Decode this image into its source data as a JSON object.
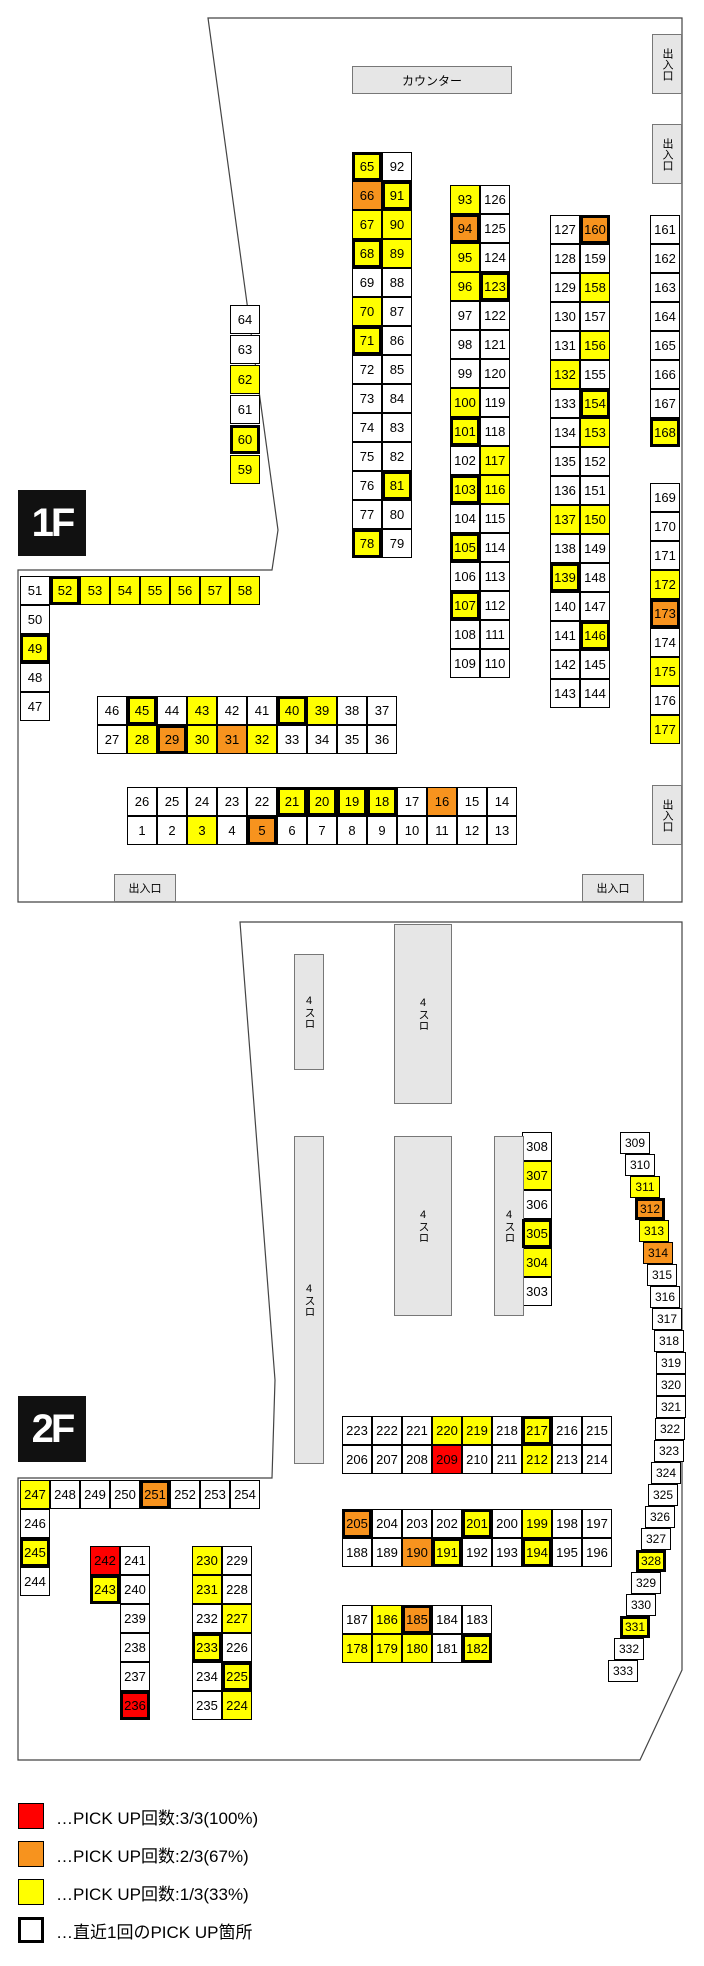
{
  "colors": {
    "one": "#ffff00",
    "two": "#f7931e",
    "three": "#ff0000",
    "none": "#ffffff",
    "pillar": "#e6e6e6"
  },
  "floors": {
    "f1": "1F",
    "f2": "2F"
  },
  "labels": {
    "counter": "カウンター",
    "entrance": "出入口",
    "slo4": "4スロ"
  },
  "legend": [
    {
      "color": "three",
      "text": "…PICK UP回数:3/3(100%)"
    },
    {
      "color": "two",
      "text": "…PICK UP回数:2/3(67%)"
    },
    {
      "color": "one",
      "text": "…PICK UP回数:1/3(33%)"
    },
    {
      "color": "none",
      "text": "…直近1回のPICK UP箇所",
      "recent": true
    }
  ],
  "machines": [
    {
      "n": "1",
      "c": 0
    },
    {
      "n": "2",
      "c": 0
    },
    {
      "n": "3",
      "c": 1
    },
    {
      "n": "4",
      "c": 0
    },
    {
      "n": "5",
      "c": 2,
      "r": true
    },
    {
      "n": "6",
      "c": 0
    },
    {
      "n": "7",
      "c": 0
    },
    {
      "n": "8",
      "c": 0
    },
    {
      "n": "9",
      "c": 0
    },
    {
      "n": "10",
      "c": 0
    },
    {
      "n": "11",
      "c": 0
    },
    {
      "n": "12",
      "c": 0
    },
    {
      "n": "13",
      "c": 0
    },
    {
      "n": "14",
      "c": 0
    },
    {
      "n": "15",
      "c": 0
    },
    {
      "n": "16",
      "c": 2
    },
    {
      "n": "17",
      "c": 0
    },
    {
      "n": "18",
      "c": 1,
      "r": true
    },
    {
      "n": "19",
      "c": 1,
      "r": true
    },
    {
      "n": "20",
      "c": 1,
      "r": true
    },
    {
      "n": "21",
      "c": 1,
      "r": true
    },
    {
      "n": "22",
      "c": 0
    },
    {
      "n": "23",
      "c": 0
    },
    {
      "n": "24",
      "c": 0
    },
    {
      "n": "25",
      "c": 0
    },
    {
      "n": "26",
      "c": 0
    },
    {
      "n": "27",
      "c": 0
    },
    {
      "n": "28",
      "c": 1
    },
    {
      "n": "29",
      "c": 2,
      "r": true
    },
    {
      "n": "30",
      "c": 1
    },
    {
      "n": "31",
      "c": 2
    },
    {
      "n": "32",
      "c": 1
    },
    {
      "n": "33",
      "c": 0
    },
    {
      "n": "34",
      "c": 0
    },
    {
      "n": "35",
      "c": 0
    },
    {
      "n": "36",
      "c": 0
    },
    {
      "n": "37",
      "c": 0
    },
    {
      "n": "38",
      "c": 0
    },
    {
      "n": "39",
      "c": 1
    },
    {
      "n": "40",
      "c": 1,
      "r": true
    },
    {
      "n": "41",
      "c": 0
    },
    {
      "n": "42",
      "c": 0
    },
    {
      "n": "43",
      "c": 1
    },
    {
      "n": "44",
      "c": 0
    },
    {
      "n": "45",
      "c": 1,
      "r": true
    },
    {
      "n": "46",
      "c": 0
    },
    {
      "n": "47",
      "c": 0
    },
    {
      "n": "48",
      "c": 0
    },
    {
      "n": "49",
      "c": 1,
      "r": true
    },
    {
      "n": "50",
      "c": 0
    },
    {
      "n": "51",
      "c": 0
    },
    {
      "n": "52",
      "c": 1,
      "r": true
    },
    {
      "n": "53",
      "c": 1
    },
    {
      "n": "54",
      "c": 1
    },
    {
      "n": "55",
      "c": 1
    },
    {
      "n": "56",
      "c": 1
    },
    {
      "n": "57",
      "c": 1
    },
    {
      "n": "58",
      "c": 1
    },
    {
      "n": "59",
      "c": 1
    },
    {
      "n": "60",
      "c": 1,
      "r": true
    },
    {
      "n": "61",
      "c": 0
    },
    {
      "n": "62",
      "c": 1
    },
    {
      "n": "63",
      "c": 0
    },
    {
      "n": "64",
      "c": 0
    },
    {
      "n": "65",
      "c": 1,
      "r": true
    },
    {
      "n": "66",
      "c": 2
    },
    {
      "n": "67",
      "c": 1
    },
    {
      "n": "68",
      "c": 1,
      "r": true
    },
    {
      "n": "69",
      "c": 0
    },
    {
      "n": "70",
      "c": 1
    },
    {
      "n": "71",
      "c": 1,
      "r": true
    },
    {
      "n": "72",
      "c": 0
    },
    {
      "n": "73",
      "c": 0
    },
    {
      "n": "74",
      "c": 0
    },
    {
      "n": "75",
      "c": 0
    },
    {
      "n": "76",
      "c": 0
    },
    {
      "n": "77",
      "c": 0
    },
    {
      "n": "78",
      "c": 1,
      "r": true
    },
    {
      "n": "79",
      "c": 0
    },
    {
      "n": "80",
      "c": 0
    },
    {
      "n": "81",
      "c": 1,
      "r": true
    },
    {
      "n": "82",
      "c": 0
    },
    {
      "n": "83",
      "c": 0
    },
    {
      "n": "84",
      "c": 0
    },
    {
      "n": "85",
      "c": 0
    },
    {
      "n": "86",
      "c": 0
    },
    {
      "n": "87",
      "c": 0
    },
    {
      "n": "88",
      "c": 0
    },
    {
      "n": "89",
      "c": 1
    },
    {
      "n": "90",
      "c": 1
    },
    {
      "n": "91",
      "c": 1,
      "r": true
    },
    {
      "n": "92",
      "c": 0
    },
    {
      "n": "93",
      "c": 1
    },
    {
      "n": "94",
      "c": 2,
      "r": true
    },
    {
      "n": "95",
      "c": 1
    },
    {
      "n": "96",
      "c": 1
    },
    {
      "n": "97",
      "c": 0
    },
    {
      "n": "98",
      "c": 0
    },
    {
      "n": "99",
      "c": 0
    },
    {
      "n": "100",
      "c": 1
    },
    {
      "n": "101",
      "c": 1,
      "r": true
    },
    {
      "n": "102",
      "c": 0
    },
    {
      "n": "103",
      "c": 1,
      "r": true
    },
    {
      "n": "104",
      "c": 0
    },
    {
      "n": "105",
      "c": 1,
      "r": true
    },
    {
      "n": "106",
      "c": 0
    },
    {
      "n": "107",
      "c": 1,
      "r": true
    },
    {
      "n": "108",
      "c": 0
    },
    {
      "n": "109",
      "c": 0
    },
    {
      "n": "110",
      "c": 0
    },
    {
      "n": "111",
      "c": 0
    },
    {
      "n": "112",
      "c": 0
    },
    {
      "n": "113",
      "c": 0
    },
    {
      "n": "114",
      "c": 0
    },
    {
      "n": "115",
      "c": 0
    },
    {
      "n": "116",
      "c": 1
    },
    {
      "n": "117",
      "c": 1
    },
    {
      "n": "118",
      "c": 0
    },
    {
      "n": "119",
      "c": 0
    },
    {
      "n": "120",
      "c": 0
    },
    {
      "n": "121",
      "c": 0
    },
    {
      "n": "122",
      "c": 0
    },
    {
      "n": "123",
      "c": 1,
      "r": true
    },
    {
      "n": "124",
      "c": 0
    },
    {
      "n": "125",
      "c": 0
    },
    {
      "n": "126",
      "c": 0
    },
    {
      "n": "127",
      "c": 0
    },
    {
      "n": "128",
      "c": 0
    },
    {
      "n": "129",
      "c": 0
    },
    {
      "n": "130",
      "c": 0
    },
    {
      "n": "131",
      "c": 0
    },
    {
      "n": "132",
      "c": 1
    },
    {
      "n": "133",
      "c": 0
    },
    {
      "n": "134",
      "c": 0
    },
    {
      "n": "135",
      "c": 0
    },
    {
      "n": "136",
      "c": 0
    },
    {
      "n": "137",
      "c": 1
    },
    {
      "n": "138",
      "c": 0
    },
    {
      "n": "139",
      "c": 1,
      "r": true
    },
    {
      "n": "140",
      "c": 0
    },
    {
      "n": "141",
      "c": 0
    },
    {
      "n": "142",
      "c": 0
    },
    {
      "n": "143",
      "c": 0
    },
    {
      "n": "144",
      "c": 0
    },
    {
      "n": "145",
      "c": 0
    },
    {
      "n": "146",
      "c": 1,
      "r": true
    },
    {
      "n": "147",
      "c": 0
    },
    {
      "n": "148",
      "c": 0
    },
    {
      "n": "149",
      "c": 0
    },
    {
      "n": "150",
      "c": 1
    },
    {
      "n": "151",
      "c": 0
    },
    {
      "n": "152",
      "c": 0
    },
    {
      "n": "153",
      "c": 1
    },
    {
      "n": "154",
      "c": 1,
      "r": true
    },
    {
      "n": "155",
      "c": 0
    },
    {
      "n": "156",
      "c": 1
    },
    {
      "n": "157",
      "c": 0
    },
    {
      "n": "158",
      "c": 1
    },
    {
      "n": "159",
      "c": 0
    },
    {
      "n": "160",
      "c": 2,
      "r": true
    },
    {
      "n": "161",
      "c": 0
    },
    {
      "n": "162",
      "c": 0
    },
    {
      "n": "163",
      "c": 0
    },
    {
      "n": "164",
      "c": 0
    },
    {
      "n": "165",
      "c": 0
    },
    {
      "n": "166",
      "c": 0
    },
    {
      "n": "167",
      "c": 0
    },
    {
      "n": "168",
      "c": 1,
      "r": true
    },
    {
      "n": "169",
      "c": 0
    },
    {
      "n": "170",
      "c": 0
    },
    {
      "n": "171",
      "c": 0
    },
    {
      "n": "172",
      "c": 1
    },
    {
      "n": "173",
      "c": 2,
      "r": true
    },
    {
      "n": "174",
      "c": 0
    },
    {
      "n": "175",
      "c": 1
    },
    {
      "n": "176",
      "c": 0
    },
    {
      "n": "177",
      "c": 1
    },
    {
      "n": "178",
      "c": 1
    },
    {
      "n": "179",
      "c": 1
    },
    {
      "n": "180",
      "c": 1
    },
    {
      "n": "181",
      "c": 0
    },
    {
      "n": "182",
      "c": 1,
      "r": true
    },
    {
      "n": "183",
      "c": 0
    },
    {
      "n": "184",
      "c": 0
    },
    {
      "n": "185",
      "c": 2,
      "r": true
    },
    {
      "n": "186",
      "c": 1
    },
    {
      "n": "187",
      "c": 0
    },
    {
      "n": "188",
      "c": 0
    },
    {
      "n": "189",
      "c": 0
    },
    {
      "n": "190",
      "c": 2
    },
    {
      "n": "191",
      "c": 1,
      "r": true
    },
    {
      "n": "192",
      "c": 0
    },
    {
      "n": "193",
      "c": 0
    },
    {
      "n": "194",
      "c": 1,
      "r": true
    },
    {
      "n": "195",
      "c": 0
    },
    {
      "n": "196",
      "c": 0
    },
    {
      "n": "197",
      "c": 0
    },
    {
      "n": "198",
      "c": 0
    },
    {
      "n": "199",
      "c": 1
    },
    {
      "n": "200",
      "c": 0
    },
    {
      "n": "201",
      "c": 1,
      "r": true
    },
    {
      "n": "202",
      "c": 0
    },
    {
      "n": "203",
      "c": 0
    },
    {
      "n": "204",
      "c": 0
    },
    {
      "n": "205",
      "c": 2,
      "r": true
    },
    {
      "n": "206",
      "c": 0
    },
    {
      "n": "207",
      "c": 0
    },
    {
      "n": "208",
      "c": 0
    },
    {
      "n": "209",
      "c": 3
    },
    {
      "n": "210",
      "c": 0
    },
    {
      "n": "211",
      "c": 0
    },
    {
      "n": "212",
      "c": 1
    },
    {
      "n": "213",
      "c": 0
    },
    {
      "n": "214",
      "c": 0
    },
    {
      "n": "215",
      "c": 0
    },
    {
      "n": "216",
      "c": 0
    },
    {
      "n": "217",
      "c": 1,
      "r": true
    },
    {
      "n": "218",
      "c": 0
    },
    {
      "n": "219",
      "c": 1
    },
    {
      "n": "220",
      "c": 1
    },
    {
      "n": "221",
      "c": 0
    },
    {
      "n": "222",
      "c": 0
    },
    {
      "n": "223",
      "c": 0
    },
    {
      "n": "224",
      "c": 1
    },
    {
      "n": "225",
      "c": 1,
      "r": true
    },
    {
      "n": "226",
      "c": 0
    },
    {
      "n": "227",
      "c": 1
    },
    {
      "n": "228",
      "c": 0
    },
    {
      "n": "229",
      "c": 0
    },
    {
      "n": "230",
      "c": 1
    },
    {
      "n": "231",
      "c": 1
    },
    {
      "n": "232",
      "c": 0
    },
    {
      "n": "233",
      "c": 1,
      "r": true
    },
    {
      "n": "234",
      "c": 0
    },
    {
      "n": "235",
      "c": 0
    },
    {
      "n": "236",
      "c": 3,
      "r": true
    },
    {
      "n": "237",
      "c": 0
    },
    {
      "n": "238",
      "c": 0
    },
    {
      "n": "239",
      "c": 0
    },
    {
      "n": "240",
      "c": 0
    },
    {
      "n": "241",
      "c": 0
    },
    {
      "n": "242",
      "c": 3
    },
    {
      "n": "243",
      "c": 1,
      "r": true
    },
    {
      "n": "244",
      "c": 0
    },
    {
      "n": "245",
      "c": 1,
      "r": true
    },
    {
      "n": "246",
      "c": 0
    },
    {
      "n": "247",
      "c": 1
    },
    {
      "n": "248",
      "c": 0
    },
    {
      "n": "249",
      "c": 0
    },
    {
      "n": "250",
      "c": 0
    },
    {
      "n": "251",
      "c": 2,
      "r": true
    },
    {
      "n": "252",
      "c": 0
    },
    {
      "n": "253",
      "c": 0
    },
    {
      "n": "254",
      "c": 0
    },
    {
      "n": "303",
      "c": 0
    },
    {
      "n": "304",
      "c": 1
    },
    {
      "n": "305",
      "c": 1,
      "r": true
    },
    {
      "n": "306",
      "c": 0
    },
    {
      "n": "307",
      "c": 1
    },
    {
      "n": "308",
      "c": 0
    },
    {
      "n": "309",
      "c": 0
    },
    {
      "n": "310",
      "c": 0
    },
    {
      "n": "311",
      "c": 1
    },
    {
      "n": "312",
      "c": 2,
      "r": true
    },
    {
      "n": "313",
      "c": 1
    },
    {
      "n": "314",
      "c": 2
    },
    {
      "n": "315",
      "c": 0
    },
    {
      "n": "316",
      "c": 0
    },
    {
      "n": "317",
      "c": 0
    },
    {
      "n": "318",
      "c": 0
    },
    {
      "n": "319",
      "c": 0
    },
    {
      "n": "320",
      "c": 0
    },
    {
      "n": "321",
      "c": 0
    },
    {
      "n": "322",
      "c": 0
    },
    {
      "n": "323",
      "c": 0
    },
    {
      "n": "324",
      "c": 0
    },
    {
      "n": "325",
      "c": 0
    },
    {
      "n": "326",
      "c": 0
    },
    {
      "n": "327",
      "c": 0
    },
    {
      "n": "328",
      "c": 1,
      "r": true
    },
    {
      "n": "329",
      "c": 0
    },
    {
      "n": "330",
      "c": 0
    },
    {
      "n": "331",
      "c": 1,
      "r": true
    },
    {
      "n": "332",
      "c": 0
    },
    {
      "n": "333",
      "c": 0
    }
  ]
}
